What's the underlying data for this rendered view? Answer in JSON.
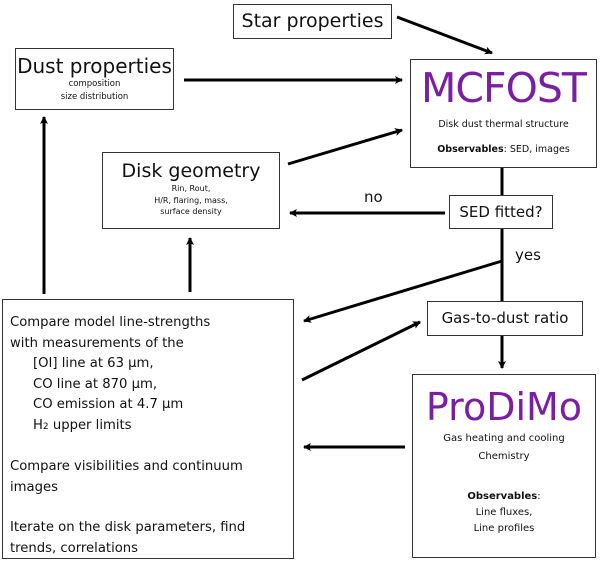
{
  "nodes": {
    "star": {
      "title": "Star properties"
    },
    "dust": {
      "title": "Dust properties",
      "lines": [
        "composition",
        "size distribution"
      ]
    },
    "mcfost": {
      "title": "MCFOST",
      "description": "Disk dust thermal structure",
      "observables_label": "Observables",
      "observables": ": SED, images"
    },
    "geometry": {
      "title": "Disk geometry",
      "lines": [
        "Rin, Rout,",
        "H/R, flaring, mass,",
        "surface density"
      ]
    },
    "sed": {
      "title": "SED fitted?"
    },
    "gas_to_dust": {
      "title": "Gas-to-dust ratio"
    },
    "compare": {
      "lines": [
        "Compare model line-strengths",
        "with measurements of the"
      ],
      "items": [
        "[OI] line at 63 µm,",
        "CO line at 870 µm,",
        "CO emission at 4.7 µm"
      ],
      "h2_sym": "H",
      "h2_sub": "2",
      "h2_rest": " upper limits",
      "para2": [
        "Compare visibilities and continuum",
        "images"
      ],
      "para3": [
        "Iterate on the disk parameters, find",
        "trends, correlations"
      ]
    },
    "prodimo": {
      "title": "ProDiMo",
      "lines": [
        "Gas heating and cooling",
        "Chemistry"
      ],
      "observables_label": "Observables",
      "observables_colon": ":",
      "observables": [
        "Line fluxes,",
        "Line profiles"
      ]
    }
  },
  "edge_labels": {
    "no": "no",
    "yes": "yes"
  },
  "colors": {
    "accent": "#7a1fa2"
  }
}
